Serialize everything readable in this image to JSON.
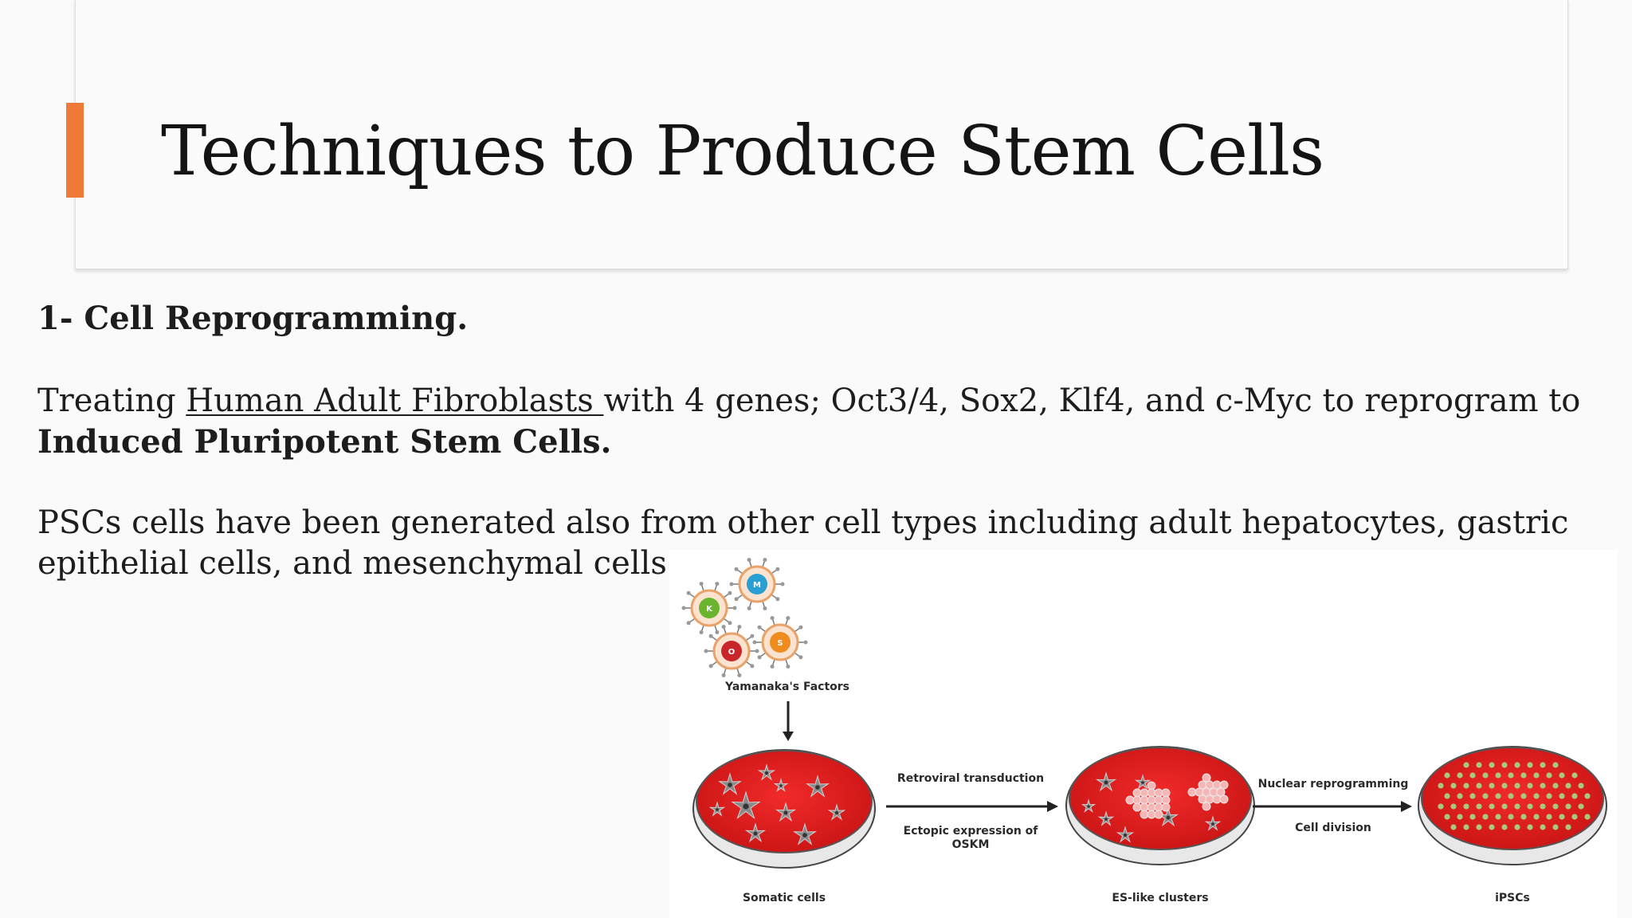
{
  "slide": {
    "title": "Techniques to Produce Stem Cells",
    "heading": "1- Cell Reprogramming.",
    "para1": {
      "prefix": "Treating ",
      "underlined": "Human Adult Fibroblasts ",
      "middle": "with 4 genes; Oct3/4, Sox2, Klf4, and c-Myc to reprogram to",
      "bold": "Induced Pluripotent Stem Cells."
    },
    "para2": {
      "line1": "PSCs cells have been generated also from other cell types including adult hepatocytes, gastric",
      "line2": "epithelial cells, and mesenchymal cells"
    }
  },
  "figure": {
    "factors": [
      {
        "letter": "K",
        "color": "#6ab42f"
      },
      {
        "letter": "M",
        "color": "#2a9fd4"
      },
      {
        "letter": "O",
        "color": "#c8262b"
      },
      {
        "letter": "S",
        "color": "#ee8c1e"
      }
    ],
    "factors_label": "Yamanaka's Factors",
    "arrow1_top": "Retroviral transduction",
    "arrow1_bottom_1": "Ectopic expression of",
    "arrow1_bottom_2": "OSKM",
    "arrow2_top": "Nuclear reprogramming",
    "arrow2_bottom": "Cell division",
    "dish1_label": "Somatic cells",
    "dish2_label": "ES-like clusters",
    "dish3_label": "iPSCs",
    "dish_color": "#e41e1e"
  }
}
